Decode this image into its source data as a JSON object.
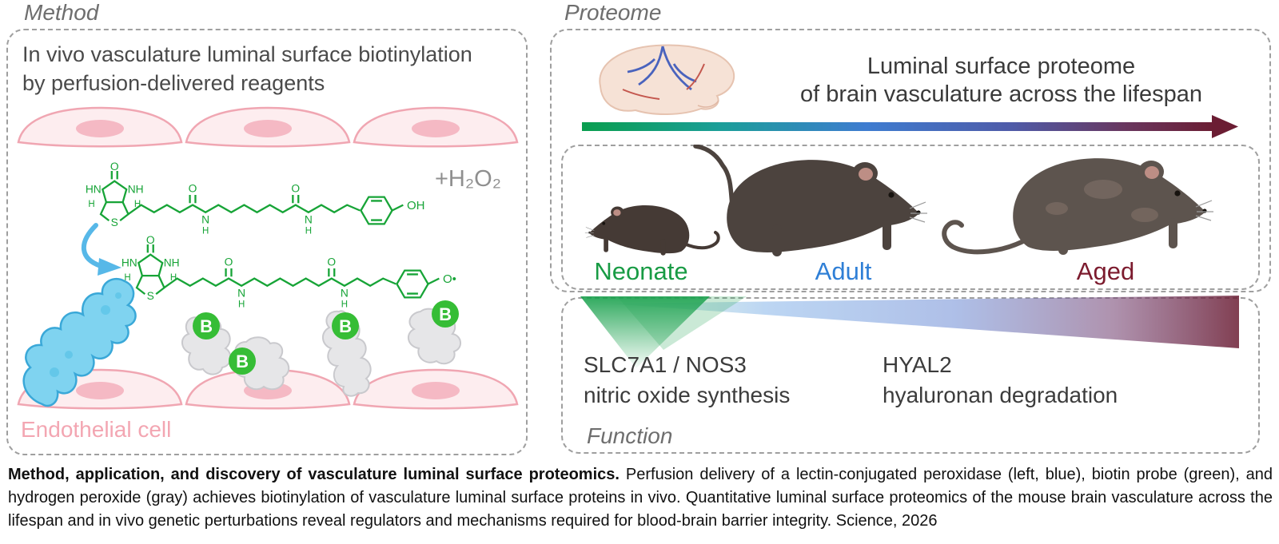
{
  "section_labels": {
    "method": "Method",
    "proteome": "Proteome",
    "function": "Function"
  },
  "method_panel": {
    "heading_line1": "In vivo vasculature luminal surface biotinylation",
    "heading_line2": "by perfusion-delivered reagents",
    "peroxide": "+H₂O₂",
    "endothelial_cell": "Endothelial cell",
    "biotin_badge": "B",
    "molecule": {
      "carbonyl_o": "O",
      "hn_left": "HN",
      "nh_right": "NH",
      "h_left": "H",
      "h_right": "H",
      "sulfur": "S",
      "amide1_o": "O",
      "amide1_n": "N",
      "amide1_h": "H",
      "amide2_o": "O",
      "amide2_n": "N",
      "amide2_h": "H",
      "phenol_oh": "OH",
      "phenoxyl_radical": "O•"
    }
  },
  "proteome_panel": {
    "title_line1": "Luminal surface proteome",
    "title_line2": "of brain vasculature across the lifespan",
    "stages": [
      {
        "label": "Neonate",
        "color": "#189b44"
      },
      {
        "label": "Adult",
        "color": "#2f7fd6"
      },
      {
        "label": "Aged",
        "color": "#7c1b2e"
      }
    ]
  },
  "function_panel": {
    "items": [
      {
        "genes": "SLC7A1 / NOS3",
        "process": "nitric oxide synthesis"
      },
      {
        "genes": "HYAL2",
        "process": "hyaluronan degradation"
      }
    ]
  },
  "caption": {
    "title": "Method, application, and discovery of vasculature luminal surface proteomics.",
    "body": "Perfusion delivery of a lectin-conjugated peroxidase (left, blue), biotin probe (green), and hydrogen peroxide (gray) achieves biotinylation of vasculature luminal surface proteins in vivo. Quantitative luminal surface proteomics of the mouse brain vasculature across the lifespan and in vivo genetic perturbations reveal regulators and mechanisms required for blood-brain barrier integrity. Science, 2026"
  },
  "colors": {
    "timeline_start_green": "#0a9e4f",
    "timeline_mid_blue": "#3e7cd0",
    "timeline_end_maroon": "#6b1d33",
    "endothelial_pink": "#f0a6b2",
    "probe_green": "#17a437",
    "peroxidase_blue": "#7fd3f0",
    "biotin_badge_green": "#36bd36",
    "neonate_green": "#189b44",
    "adult_blue": "#2f7fd6",
    "aged_maroon": "#7c1b2e"
  }
}
